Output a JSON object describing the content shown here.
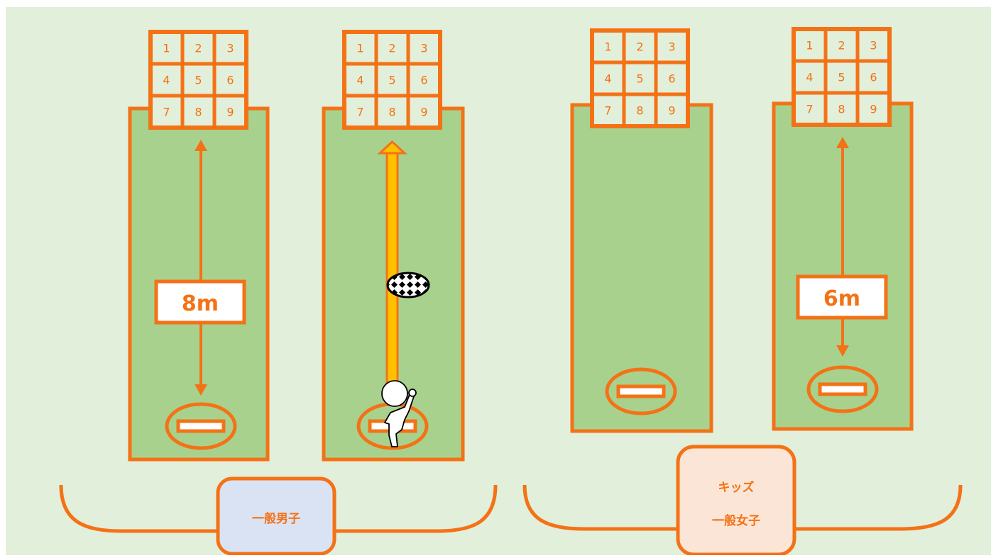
{
  "colors": {
    "background": "#e2efda",
    "field": "#a9d18e",
    "accent": "#f47216",
    "grid_cell": "#e2efda",
    "label_men": "#dae3f3",
    "label_women": "#fbe5d6",
    "ball_trail": "#ffc000"
  },
  "target_numbers": [
    "1",
    "2",
    "3",
    "4",
    "5",
    "6",
    "7",
    "8",
    "9"
  ],
  "lanes": [
    {
      "id": "lane1",
      "distance_label": "8m"
    },
    {
      "id": "lane2",
      "distance_label": ""
    },
    {
      "id": "lane3",
      "distance_label": ""
    },
    {
      "id": "lane4",
      "distance_label": "6m"
    }
  ],
  "groups": [
    {
      "label_lines": [
        "一般男子"
      ]
    },
    {
      "label_lines": [
        "キッズ",
        "一般女子"
      ]
    }
  ],
  "icons": {
    "ball": "soccer-ball-icon",
    "player": "kicking-player-icon"
  }
}
